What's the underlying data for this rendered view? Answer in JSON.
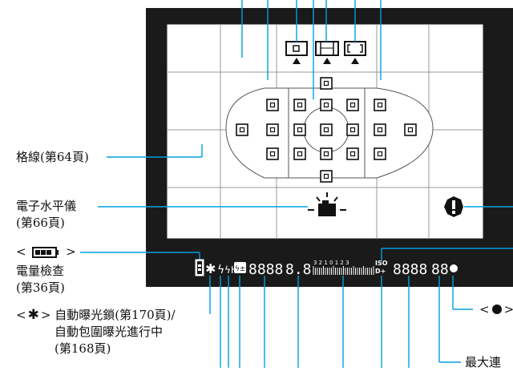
{
  "labels": {
    "grid": "格線(第64頁)",
    "level_title": "電子水平儀",
    "level_page": "(第66頁)",
    "battery_prefix": "<",
    "battery_suffix": ">",
    "battery_title": "電量檢查",
    "battery_page": "(第36頁)",
    "ae_prefix": "<",
    "ae_suffix": ">",
    "ae_line1": "自動曝光鎖(第170頁)/",
    "ae_line2": "自動包圍曝光進行中",
    "ae_line3": "(第168頁)",
    "dot_prefix": "<",
    "dot_suffix": ">",
    "max_burst": "最大連"
  },
  "lcd": {
    "shutter": "8888",
    "aperture": "8.8",
    "scale": "3 2 1 0 1 2 3",
    "iso_top": "ISO",
    "iso_bottom": "D+",
    "iso_value": "8888",
    "burst": "88"
  },
  "colors": {
    "leader": "#00a0e0",
    "frame": "#1a1a1a",
    "screen": "#ffffff"
  },
  "icons": [
    "battery-icon",
    "ae-lock-icon",
    "flash-icon",
    "hss-flash-icon",
    "flash-exposure-comp-icon",
    "camera-level-icon",
    "warning-icon",
    "focus-confirm-icon",
    "af-point-icon",
    "af-zone-icon",
    "af-wide-icon"
  ]
}
